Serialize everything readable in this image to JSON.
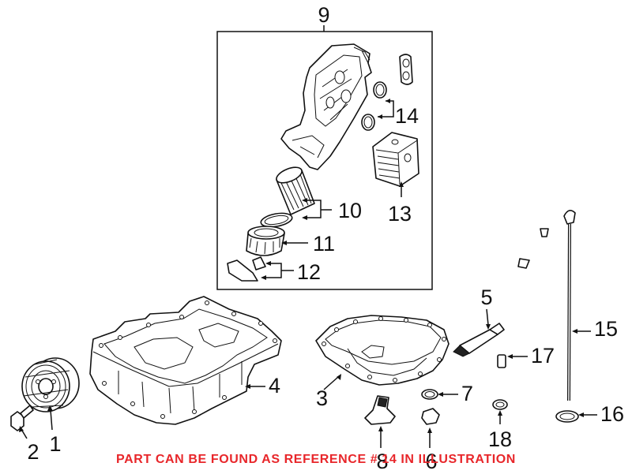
{
  "callouts": {
    "n1": "1",
    "n2": "2",
    "n3": "3",
    "n4": "4",
    "n5": "5",
    "n6": "6",
    "n7": "7",
    "n8": "8",
    "n9": "9",
    "n10": "10",
    "n11": "11",
    "n12": "12",
    "n13": "13",
    "n14": "14",
    "n15": "15",
    "n16": "16",
    "n17": "17",
    "n18": "18"
  },
  "footer_note": "PART CAN BE FOUND AS REFERENCE # 14 IN ILLUSTRATION",
  "colors": {
    "note": "#e8262a",
    "ink": "#111111",
    "background": "#ffffff"
  }
}
